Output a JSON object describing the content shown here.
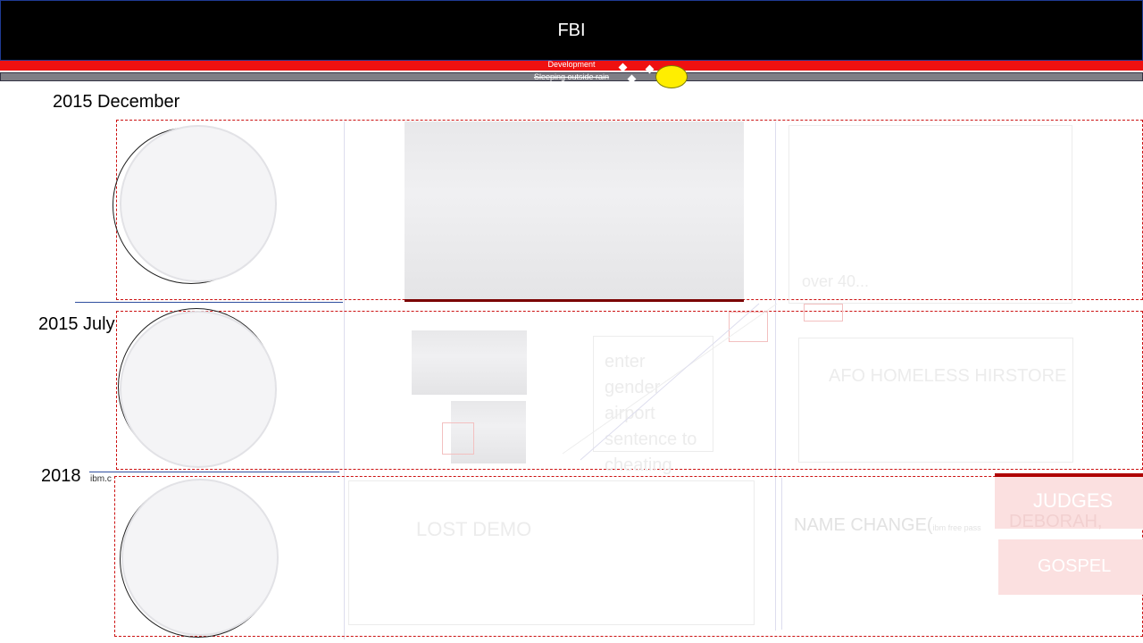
{
  "header": {
    "title": "FBI",
    "development_label": "Development",
    "sleeping_label": "Sleeping outside rain"
  },
  "timeline": {
    "row1": {
      "year_label": "2015 December"
    },
    "row2": {
      "year_label": "2015 July"
    },
    "row3": {
      "year_label": "2018",
      "source_label": "ibm.c"
    }
  },
  "row2_texts": {
    "card_lines": [
      "enter gender",
      "airport",
      "sentence to",
      "cheating"
    ],
    "name_label": "AFO HOMELESS HIRSTORE"
  },
  "row1_texts": {
    "card_label": "over 40..."
  },
  "row3_texts": {
    "lost_label": "LOST DEMO",
    "name_change": "NAME CHANGE(",
    "name_change_small": "ibm free pass",
    "deborah": "DEBORAH,",
    "judges": "JUDGES",
    "gospel": "GOSPEL"
  },
  "colors": {
    "title_bg": "#000000",
    "red_bar": "#ee1111",
    "grey_bar": "#7f7f86",
    "sun": "#ffee00",
    "dashed_box": "#cc1111"
  }
}
